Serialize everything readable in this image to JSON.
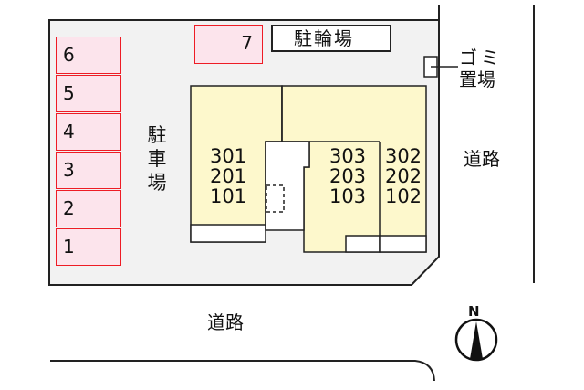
{
  "map": {
    "colors": {
      "lot_fill": "#f2f2f2",
      "building_fill": "#fdf8cc",
      "parking_fill": "#fce4ec",
      "parking_border": "#ee1c25",
      "line": "#222222"
    },
    "parking": {
      "label_chars": [
        "駐",
        "車",
        "場"
      ],
      "stalls": [
        {
          "number": "6"
        },
        {
          "number": "5"
        },
        {
          "number": "4"
        },
        {
          "number": "3"
        },
        {
          "number": "2"
        },
        {
          "number": "1"
        }
      ],
      "stall_7": "7"
    },
    "bicycle_parking": {
      "label": "駐輪場"
    },
    "garbage": {
      "line1": "ゴミ",
      "line2": "置場"
    },
    "buildings": [
      {
        "units": [
          "301",
          "201",
          "101"
        ]
      },
      {
        "units": [
          "303",
          "203",
          "103"
        ]
      },
      {
        "units": [
          "302",
          "202",
          "102"
        ]
      }
    ],
    "roads": {
      "east": "道路",
      "south": "道路"
    },
    "compass": {
      "label": "N"
    }
  }
}
